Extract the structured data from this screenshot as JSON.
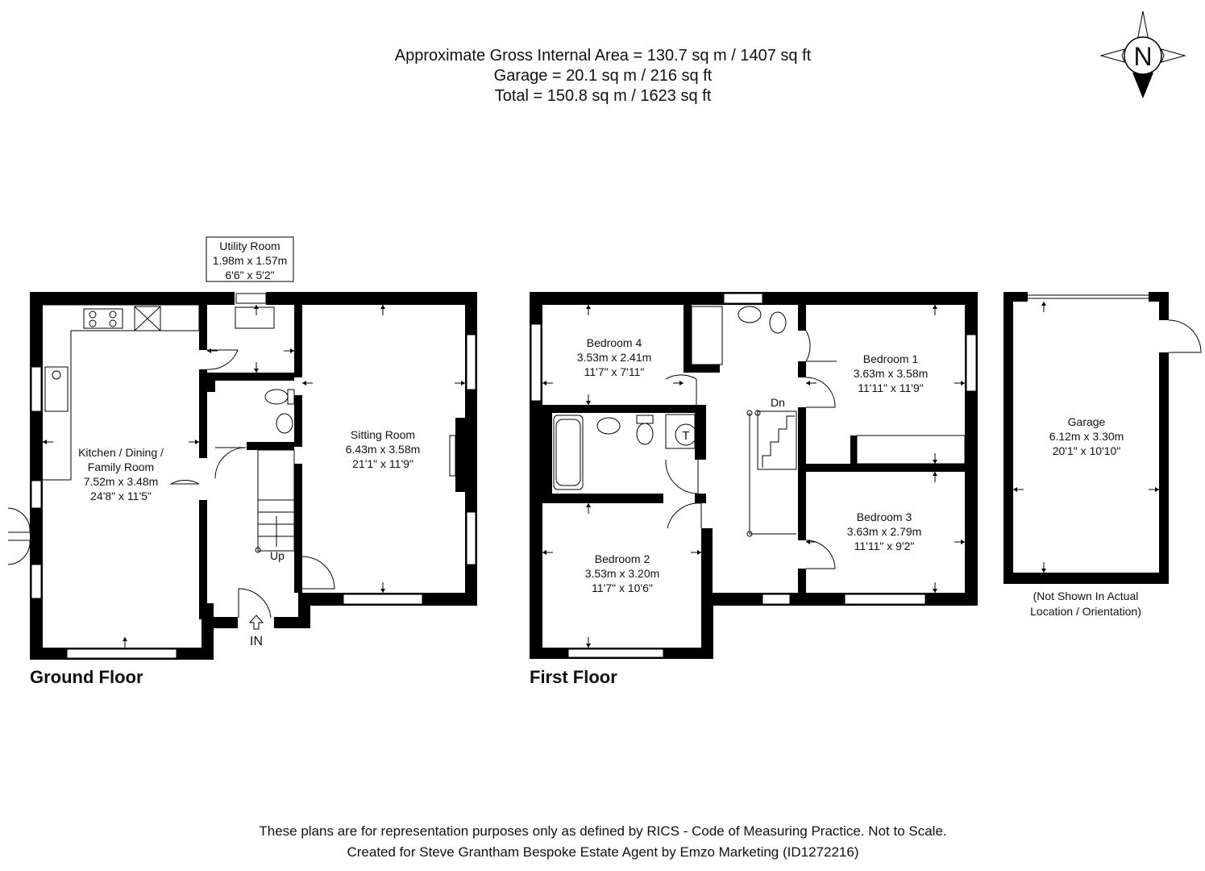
{
  "header": {
    "gross_area": "Approximate Gross Internal Area = 130.7 sq m / 1407 sq ft",
    "garage_area": "Garage = 20.1 sq m / 216 sq ft",
    "total_area": "Total = 150.8 sq m / 1623 sq ft"
  },
  "compass": {
    "letter": "N",
    "icon": "north-compass-icon"
  },
  "ground_floor": {
    "label": "Ground Floor",
    "utility": {
      "name": "Utility Room",
      "metric": "1.98m x 1.57m",
      "imperial": "6'6\" x 5'2\""
    },
    "kitchen": {
      "line1": "Kitchen / Dining /",
      "line2": "Family Room",
      "metric": "7.52m x 3.48m",
      "imperial": "24'8\" x 11'5\""
    },
    "sitting": {
      "name": "Sitting Room",
      "metric": "6.43m x 3.58m",
      "imperial": "21'1\" x 11'9\""
    },
    "stairs_label": "Up",
    "entrance_label": "IN"
  },
  "first_floor": {
    "label": "First Floor",
    "bedroom4": {
      "name": "Bedroom 4",
      "metric": "3.53m x 2.41m",
      "imperial": "11'7\" x 7'11\""
    },
    "bedroom1": {
      "name": "Bedroom 1",
      "metric": "3.63m x 3.58m",
      "imperial": "11'11\" x 11'9\""
    },
    "bedroom2": {
      "name": "Bedroom 2",
      "metric": "3.53m x 3.20m",
      "imperial": "11'7\" x 10'6\""
    },
    "bedroom3": {
      "name": "Bedroom 3",
      "metric": "3.63m x 2.79m",
      "imperial": "11'11\" x 9'2\""
    },
    "stairs_label": "Dn",
    "tank_label": "T"
  },
  "garage": {
    "name": "Garage",
    "metric": "6.12m x 3.30m",
    "imperial": "20'1\" x 10'10\"",
    "note_line1": "(Not Shown In Actual",
    "note_line2": "Location / Orientation)"
  },
  "footer": {
    "line1": "These plans are for representation purposes only as defined by RICS - Code of Measuring Practice. Not to Scale.",
    "line2": "Created for Steve Grantham Bespoke Estate Agent by Emzo Marketing (ID1272216)"
  }
}
